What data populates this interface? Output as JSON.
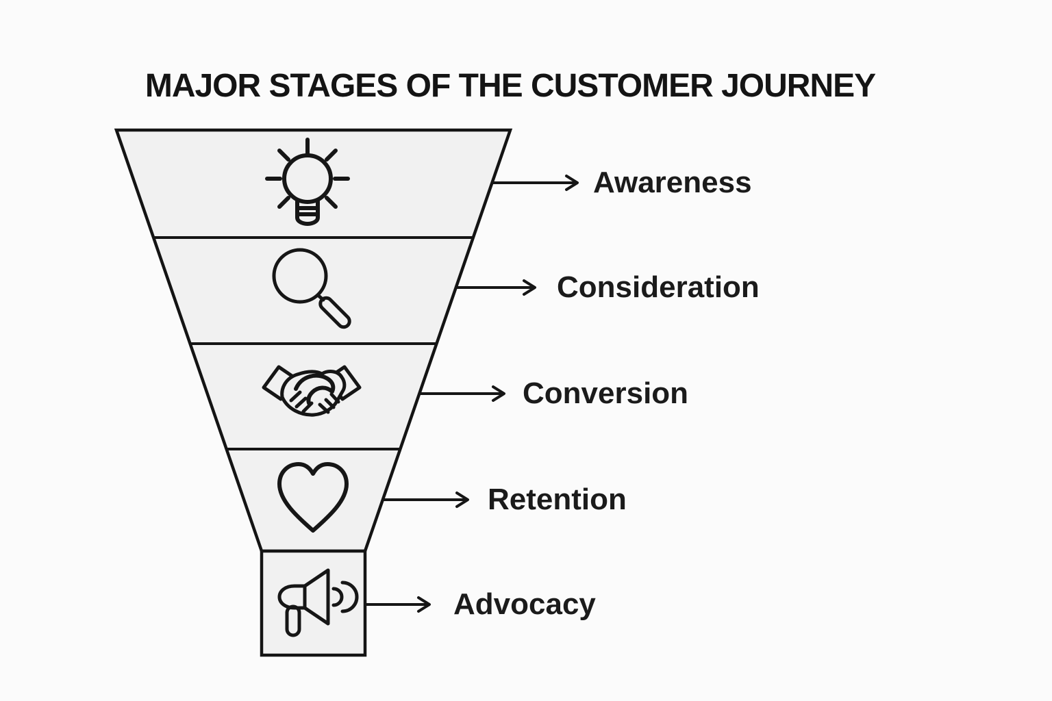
{
  "title": "MAJOR STAGES OF THE CUSTOMER JOURNEY",
  "funnel": {
    "type": "funnel",
    "direction": "top-to-bottom",
    "stages": [
      {
        "label": "Awareness",
        "icon": "lightbulb-icon"
      },
      {
        "label": "Consideration",
        "icon": "search-icon"
      },
      {
        "label": "Conversion",
        "icon": "handshake-icon"
      },
      {
        "label": "Retention",
        "icon": "heart-icon"
      },
      {
        "label": "Advocacy",
        "icon": "megaphone-icon"
      }
    ]
  },
  "colors": {
    "background": "#fbfbfb",
    "segment_fill": "#f1f1f1",
    "outline": "#141414",
    "text": "#1b1b1b"
  }
}
